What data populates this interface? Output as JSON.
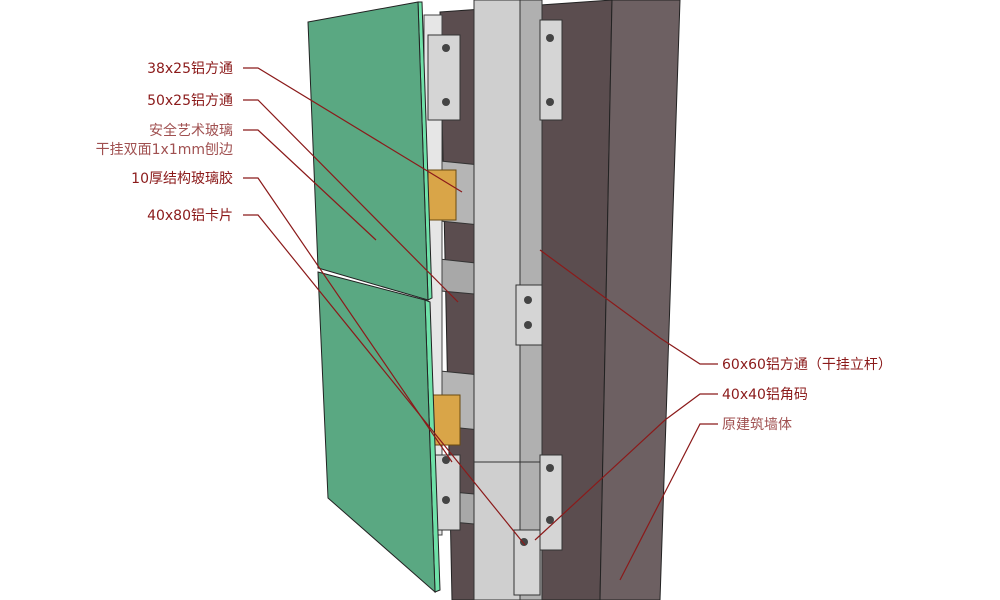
{
  "labels_left": [
    {
      "text": "38x25铝方通"
    },
    {
      "text": "50x25铝方通"
    },
    {
      "text": "安全艺术玻璃"
    },
    {
      "text": "干挂双面1x1mm刨边"
    },
    {
      "text": "10厚结构玻璃胶"
    },
    {
      "text": "40x80铝卡片"
    }
  ],
  "labels_right": [
    {
      "text": "60x60铝方通（干挂立杆）"
    },
    {
      "text": "40x40铝角码"
    },
    {
      "text": "原建筑墙体"
    }
  ],
  "colors": {
    "leader": "#8b1a1a",
    "glass": "#5aa882",
    "glass_edge": "#6fe0a8",
    "wall": "#5b4d4f",
    "aluminum": "#c8c8c8",
    "glue": "#d9a548"
  }
}
